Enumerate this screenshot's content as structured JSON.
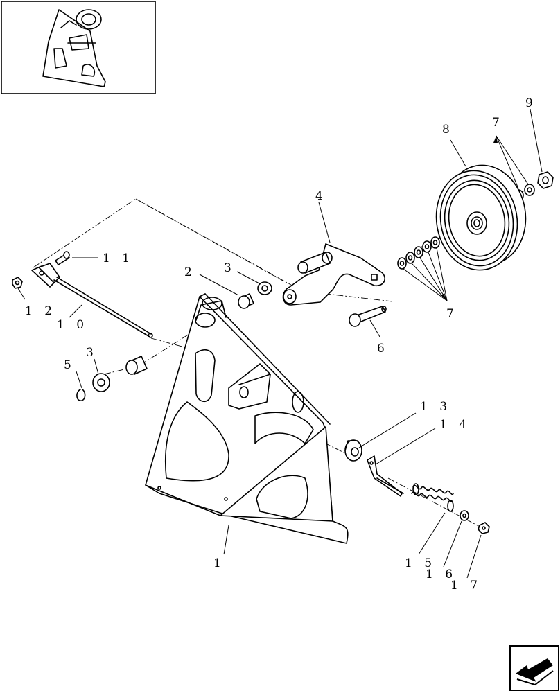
{
  "callouts": {
    "c1": "1",
    "c2": "2",
    "c3a": "3",
    "c3b": "3",
    "c4": "4",
    "c5": "5",
    "c6": "6",
    "c7a": "7",
    "c7b": "7",
    "c8": "8",
    "c9": "9",
    "c10": "1 0",
    "c11": "1 1",
    "c12": "1 2",
    "c13": "1 3",
    "c14": "1 4",
    "c15": "1 5",
    "c16": "1 6",
    "c17": "1 7"
  },
  "icons": {
    "thumbnail": "assembly-thumbnail",
    "nav": "back-arrow-icon"
  }
}
